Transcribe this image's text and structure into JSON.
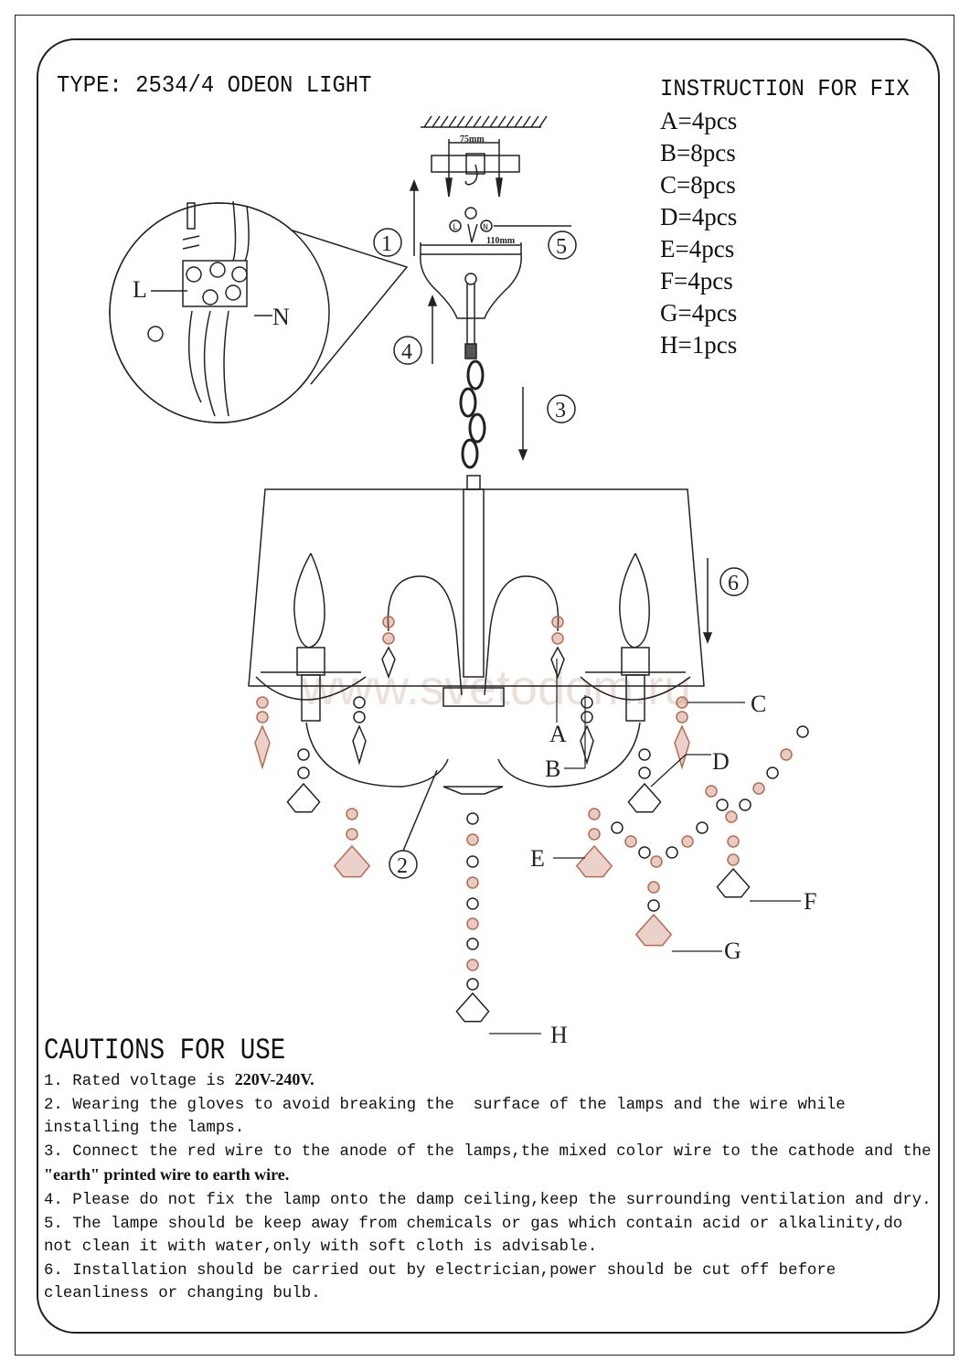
{
  "header": {
    "type_label": "TYPE: 2534/4 ODEON LIGHT"
  },
  "instructions": {
    "heading": "INSTRUCTION FOR FIX",
    "items": [
      "A=4pcs",
      "B=8pcs",
      "C=8pcs",
      "D=4pcs",
      "E=4pcs",
      "F=4pcs",
      "G=4pcs",
      "H=1pcs"
    ]
  },
  "diagram": {
    "steps": [
      "1",
      "2",
      "3",
      "4",
      "5",
      "6"
    ],
    "parts": [
      "A",
      "B",
      "C",
      "D",
      "E",
      "F",
      "G",
      "H"
    ],
    "dim_bracket": "75mm",
    "dim_canopy": "110mm",
    "wire_labels": {
      "live": "L",
      "neutral": "N"
    },
    "watermark": "www.svetodom.ru",
    "colors": {
      "crystal_amber": "#b8694f",
      "line": "#222222"
    }
  },
  "cautions": {
    "heading": "CAUTIONS FOR USE",
    "lines": [
      {
        "pre": "1. Rated voltage is ",
        "bold": "220V-240V."
      },
      {
        "pre": "2. Wearing the gloves to avoid breaking the  surface of the lamps and the wire while"
      },
      {
        "pre": "installing the lamps."
      },
      {
        "pre": "3. Connect the red wire to the anode of the lamps,the mixed color wire to the cathode and the"
      },
      {
        "bold": "\"earth\" printed wire to earth wire."
      },
      {
        "pre": "4. Please do not fix the lamp onto the damp ceiling,keep the surrounding ventilation and dry."
      },
      {
        "pre": "5. The lampe should be keep away from chemicals or gas which contain acid or alkalinity,do"
      },
      {
        "pre": "not clean it with water,only with soft cloth is advisable."
      },
      {
        "pre": "6. Installation should be carried out by electrician,power should be cut off before"
      },
      {
        "pre": "cleanliness or changing bulb."
      }
    ]
  }
}
